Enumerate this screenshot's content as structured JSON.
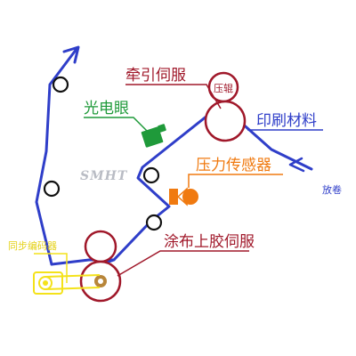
{
  "labels": {
    "traction_servo": "牵引伺服",
    "press_roller": "压辊",
    "photo_eye": "光电眼",
    "printed_material": "印刷材料",
    "watermark": "SMHT",
    "pressure_sensor": "压力传感器",
    "unwind": "放卷",
    "sync_encoder": "同步编码器",
    "coating_servo": "涂布上胶伺服"
  },
  "colors": {
    "web": "#2f3ec9",
    "roller_red": "#a0182a",
    "photo_eye": "#1f9a3a",
    "sensor_orange": "#f07a10",
    "encoder_yellow": "#f4e21a",
    "encoder_shaft": "#b8863a",
    "idler_black": "#111111",
    "watermark_gray": "#b9bcc4"
  },
  "icons": {
    "photo_eye": "photo-eye-sensor-icon",
    "pressure_sensor": "pressure-sensor-icon",
    "encoder": "encoder-icon"
  }
}
